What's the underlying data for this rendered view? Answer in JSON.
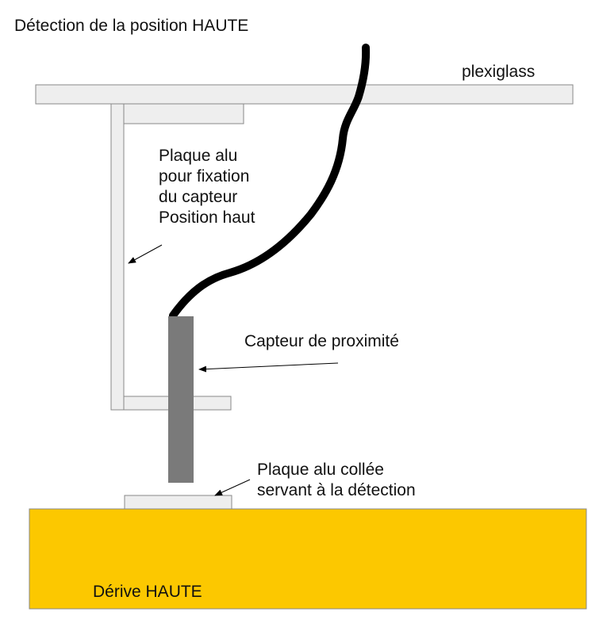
{
  "title": "Détection de la position HAUTE",
  "labels": {
    "plexiglass": "plexiglass",
    "bracket": [
      "Plaque alu",
      "pour fixation",
      "du capteur",
      "Position haut"
    ],
    "sensor": "Capteur de proximité",
    "target_plate": [
      "Plaque alu collée",
      "servant à la détection"
    ],
    "drift": "Dérive HAUTE"
  },
  "colors": {
    "plate": "#eeeeee",
    "outline": "#888888",
    "sensor": "#7a7a7a",
    "cable": "#000000",
    "drift": "#fcc800"
  }
}
